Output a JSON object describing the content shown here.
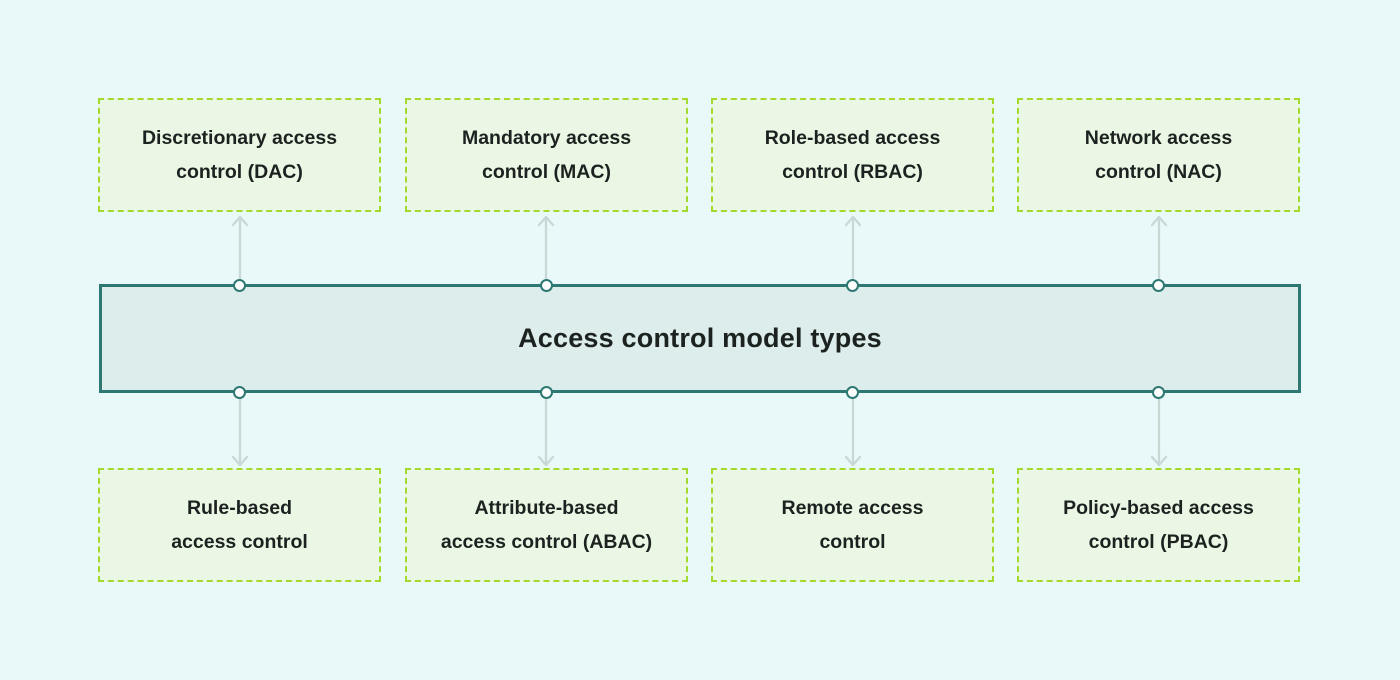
{
  "diagram": {
    "title": "Access control model types",
    "top_boxes": [
      {
        "id": "dac",
        "line1": "Discretionary access",
        "line2": "control (DAC)"
      },
      {
        "id": "mac",
        "line1": "Mandatory access",
        "line2": "control (MAC)"
      },
      {
        "id": "rbac",
        "line1": "Role-based access",
        "line2": "control (RBAC)"
      },
      {
        "id": "nac",
        "line1": "Network access",
        "line2": "control (NAC)"
      }
    ],
    "bottom_boxes": [
      {
        "id": "rule-based",
        "line1": "Rule-based",
        "line2": "access control"
      },
      {
        "id": "abac",
        "line1": "Attribute-based",
        "line2": "access control (ABAC)"
      },
      {
        "id": "remote",
        "line1": "Remote access",
        "line2": "control"
      },
      {
        "id": "pbac",
        "line1": "Policy-based access",
        "line2": "control (PBAC)"
      }
    ],
    "colors": {
      "background": "#e9f8f8",
      "model_box_fill": "#ebf7e5",
      "model_box_border": "#a3da2d",
      "center_fill": "#dcedeb",
      "center_border": "#2e7873",
      "connector": "#c8d8d5",
      "text": "#1c2220"
    }
  }
}
